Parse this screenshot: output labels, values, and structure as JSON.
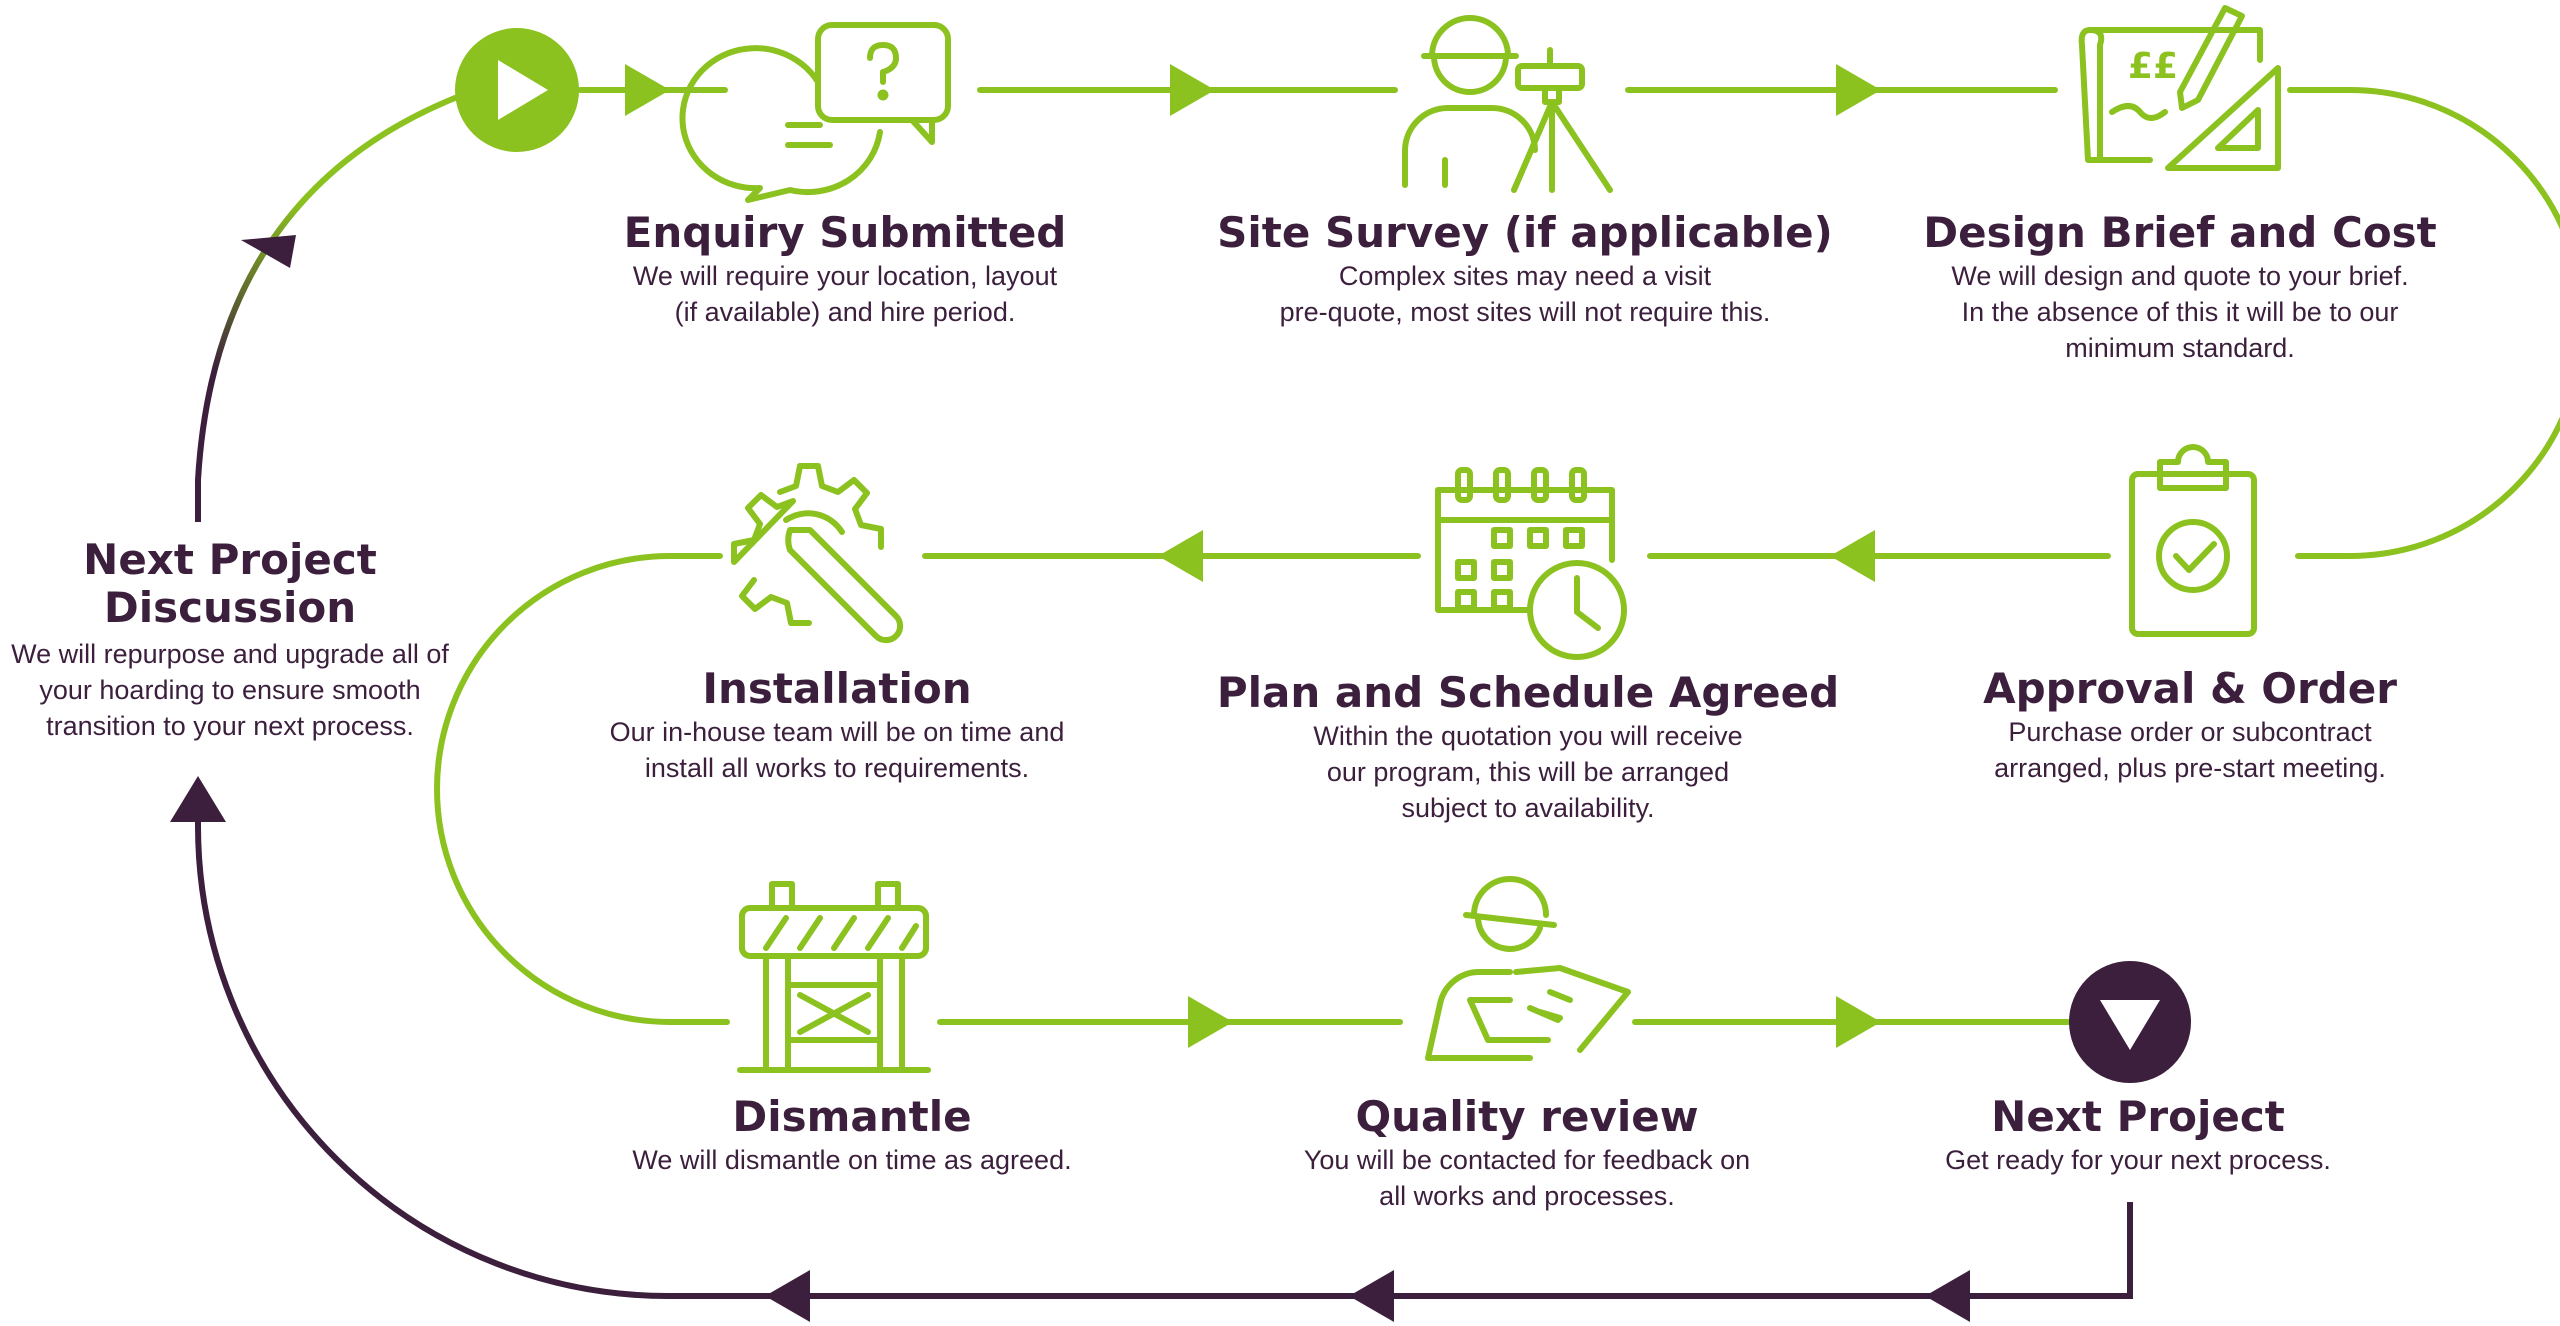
{
  "colors": {
    "green": "#8cc21f",
    "purple": "#3b1f3c",
    "background": "#ffffff"
  },
  "steps": [
    {
      "title": "Enquiry Submitted",
      "desc": [
        "We will require your location, layout",
        "(if available) and hire period."
      ],
      "icon": "chat-question-icon"
    },
    {
      "title": "Site Survey (if applicable)",
      "desc": [
        "Complex sites may need a visit",
        "pre-quote, most sites will not require this."
      ],
      "icon": "surveyor-icon"
    },
    {
      "title": "Design Brief and Cost",
      "desc": [
        "We will design and quote to your brief.",
        "In the absence of this it will be to our",
        "minimum standard."
      ],
      "icon": "design-cost-icon"
    },
    {
      "title": "Approval & Order",
      "desc": [
        "Purchase order or subcontract",
        "arranged, plus pre-start meeting."
      ],
      "icon": "clipboard-check-icon"
    },
    {
      "title": "Plan and Schedule Agreed",
      "desc": [
        "Within the quotation you will receive",
        "our program, this will be arranged",
        "subject to availability."
      ],
      "icon": "calendar-clock-icon"
    },
    {
      "title": "Installation",
      "desc": [
        "Our in-house team will be on time and",
        "install all works to requirements."
      ],
      "icon": "gear-wrench-icon"
    },
    {
      "title": "Dismantle",
      "desc": [
        "We will dismantle on time as agreed."
      ],
      "icon": "barrier-icon"
    },
    {
      "title": "Quality review",
      "desc": [
        "You will be contacted for feedback on",
        "all works and processes."
      ],
      "icon": "inspector-icon"
    },
    {
      "title": "Next Project",
      "desc": [
        "Get ready for your next process."
      ],
      "icon": "down-arrow-circle-icon"
    }
  ],
  "next_discussion": {
    "title": [
      "Next Project",
      "Discussion"
    ],
    "desc": [
      "We will repurpose and upgrade all of",
      "your hoarding to ensure smooth",
      "transition to your next process."
    ]
  },
  "start_marker": {
    "icon": "play-icon"
  }
}
